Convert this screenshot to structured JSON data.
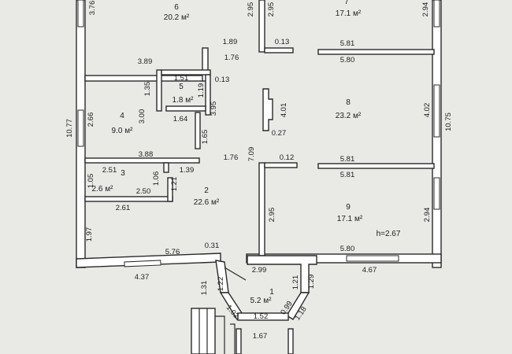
{
  "rooms": [
    {
      "number": "1",
      "area": "5.2 м²"
    },
    {
      "number": "2",
      "area": "22.6 м²"
    },
    {
      "number": "3",
      "area": "2.6 м²"
    },
    {
      "number": "4",
      "area": "9.0 м²"
    },
    {
      "number": "5",
      "area": "1.8 м²"
    },
    {
      "number": "6",
      "area": "20.2 м²"
    },
    {
      "number": "7",
      "area": "17.1 м²"
    },
    {
      "number": "8",
      "area": "23.2 м²"
    },
    {
      "number": "9",
      "area": "17.1 м²"
    }
  ],
  "ceiling_height": "h=2.67",
  "dims": {
    "d_3_76": "3.76",
    "d_2_95a": "2.95",
    "d_2_95b": "2.95",
    "d_2_94a": "2.94",
    "d_1_89": "1.89",
    "d_0_13a": "0.13",
    "d_5_81a": "5.81",
    "d_1_76a": "1.76",
    "d_5_80a": "5.80",
    "d_3_89": "3.89",
    "d_1_51": "1.51",
    "d_0_13b": "0.13",
    "d_1_35": "1.35",
    "d_1_19": "1.19",
    "d_3_00": "3.00",
    "d_2_66": "2.66",
    "d_10_77": "10.77",
    "d_1_64": "1.64",
    "d_3_95": "3.95",
    "d_4_01": "4.01",
    "d_4_02": "4.02",
    "d_10_75": "10.75",
    "d_1_65": "1.65",
    "d_0_27": "0.27",
    "d_3_88": "3.88",
    "d_1_76b": "1.76",
    "d_7_09": "7.09",
    "d_0_12": "0.12",
    "d_5_81b": "5.81",
    "d_2_51": "2.51",
    "d_1_39": "1.39",
    "d_5_81c": "5.81",
    "d_1_06": "1.06",
    "d_1_05": "1.05",
    "d_1_21a": "1.21",
    "d_2_50": "2.50",
    "d_2_61": "2.61",
    "d_2_95c": "2.95",
    "d_2_94b": "2.94",
    "d_1_97": "1.97",
    "d_0_31": "0.31",
    "d_5_76": "5.76",
    "d_5_80b": "5.80",
    "d_4_37": "4.37",
    "d_2_99": "2.99",
    "d_4_67": "4.67",
    "d_1_31": "1.31",
    "d_1_22": "1.22",
    "d_1_21b": "1.21",
    "d_1_29": "1.29",
    "d_0_99": "0.99",
    "d_1_02": "1.02",
    "d_1_52": "1.52",
    "d_1_18": "1.18",
    "d_1_67": "1.67"
  }
}
